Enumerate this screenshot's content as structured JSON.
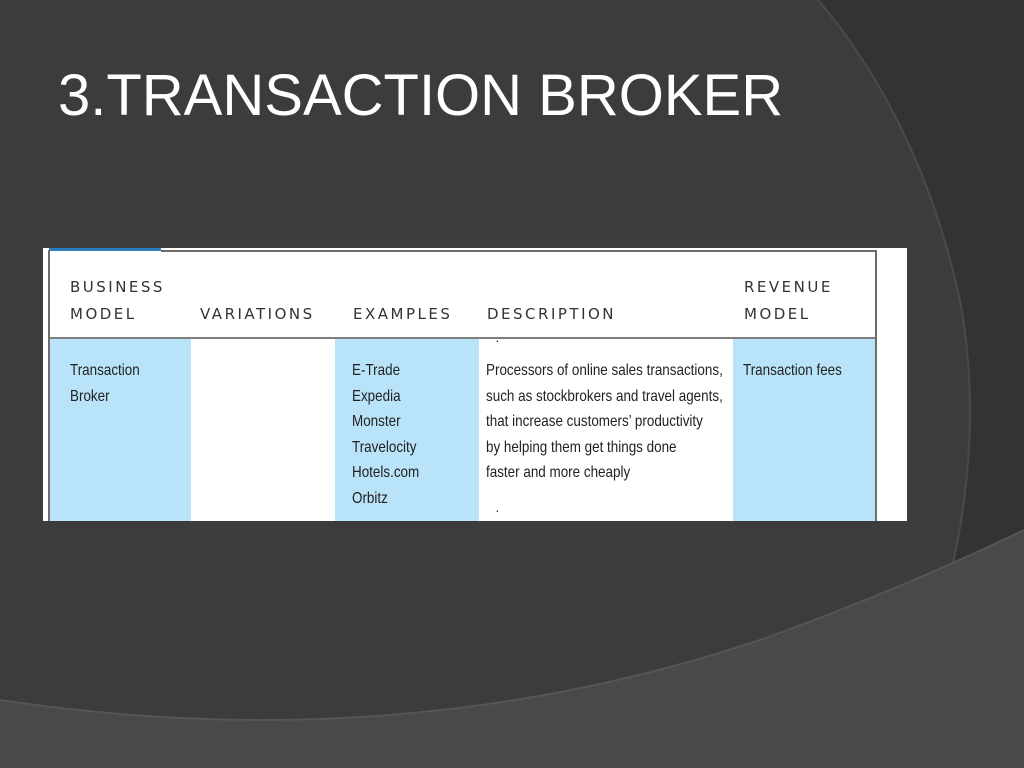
{
  "slide": {
    "title": "3.TRANSACTION BROKER"
  },
  "table": {
    "headers": [
      "BUSINESS\nMODEL",
      "VARIATIONS",
      "EXAMPLES",
      "DESCRIPTION",
      "REVENUE\nMODEL"
    ],
    "row": {
      "business_model": [
        "Transaction",
        "Broker"
      ],
      "variations": "",
      "examples": [
        "E-Trade",
        "Expedia",
        "Monster",
        "Travelocity",
        "Hotels.com",
        "Orbitz"
      ],
      "description": [
        "Processors of online sales transactions,",
        "such as stockbrokers and travel agents,",
        "that increase customers’ productivity",
        "by helping them get things done",
        "faster and more cheaply"
      ],
      "revenue_model": "Transaction fees"
    },
    "colors": {
      "highlight": "#b9e3f8",
      "accent": "#2d7fc1"
    }
  }
}
